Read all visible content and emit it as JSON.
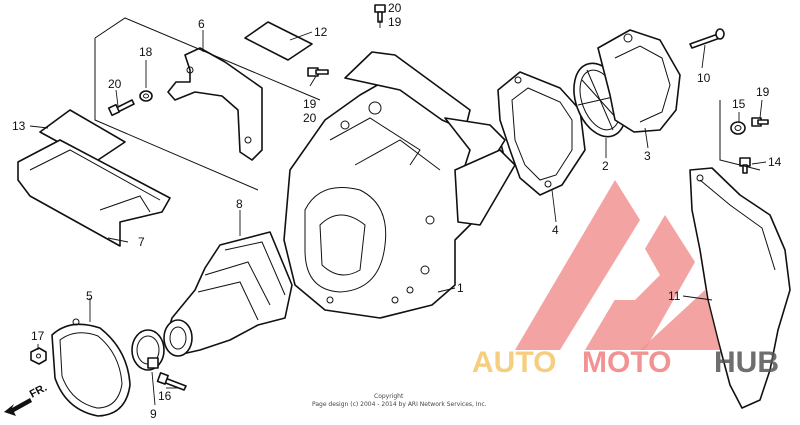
{
  "callouts": [
    "1",
    "2",
    "3",
    "4",
    "5",
    "6",
    "7",
    "8",
    "9",
    "10",
    "11",
    "12",
    "13",
    "14",
    "15",
    "16",
    "17",
    "18",
    "19",
    "20"
  ],
  "direction_label": "FR.",
  "copyright": {
    "line1": "Copyright",
    "line2": "Page design (c) 2004 - 2014 by ARI Network Services, Inc."
  },
  "watermark": {
    "word1": "AUTO",
    "word2": "MOTO",
    "word3": "HUB",
    "color_primary": "#f08080",
    "color_secondary": "#f5c66b",
    "color_dark": "#555555"
  }
}
